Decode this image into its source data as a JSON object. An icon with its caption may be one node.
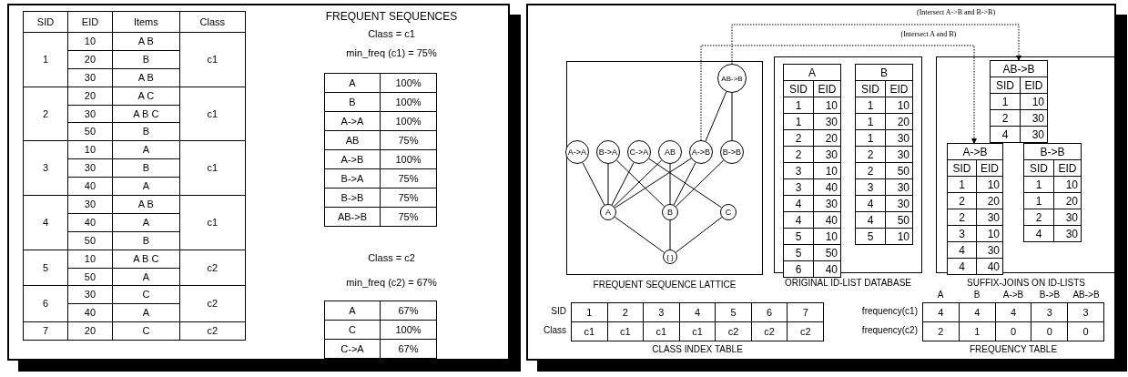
{
  "diagram": {
    "nodes": [
      {
        "text": [
          "FREQUENT SEQUENCE LATTICE"
        ]
      },
      {
        "text": [
          "AB->B"
        ],
        "in": 0
      },
      {
        "text": [
          "A->A"
        ],
        "in": 0
      },
      {
        "text": [
          "B->A"
        ],
        "in": 0
      },
      {
        "text": [
          "C->A"
        ],
        "in": 0
      },
      {
        "text": [
          "AB"
        ],
        "in": 0
      },
      {
        "text": [
          "A->B"
        ],
        "in": 0
      },
      {
        "text": [
          "B->B"
        ],
        "in": 0
      },
      {
        "text": [
          "A"
        ],
        "in": 0
      },
      {
        "text": [
          "B"
        ],
        "in": 0
      },
      {
        "text": [
          "C"
        ],
        "in": 0
      },
      {
        "text": [
          "{ }"
        ],
        "in": 0
      },
      {
        "text": [
          "ORIGINAL ID-LIST DATABASE"
        ]
      },
      {
        "text": [
          "A",
          "SID",
          "EID",
          "1",
          "10",
          "1",
          "30",
          "2",
          "20",
          "2",
          "30",
          "3",
          "10",
          "3",
          "40",
          "4",
          "30",
          "4",
          "40",
          "5",
          "10",
          "5",
          "50",
          "6",
          "40"
        ],
        "in": 12
      },
      {
        "text": [
          "B",
          "SID",
          "EID",
          "1",
          "10",
          "1",
          "20",
          "1",
          "30",
          "2",
          "30",
          "2",
          "50",
          "3",
          "30",
          "4",
          "30",
          "4",
          "50",
          "5",
          "10"
        ],
        "in": 12
      },
      {
        "text": [
          "SUFFIX-JOINS ON ID-LISTS"
        ]
      },
      {
        "text": [
          "AB->B",
          "SID",
          "EID",
          "1",
          "10",
          "2",
          "30",
          "4",
          "30"
        ],
        "in": 15
      },
      {
        "text": [
          "A->B",
          "SID",
          "EID",
          "1",
          "10",
          "2",
          "20",
          "2",
          "30",
          "3",
          "10",
          "4",
          "30",
          "4",
          "40"
        ],
        "in": 15
      },
      {
        "text": [
          "B->B",
          "SID",
          "EID",
          "1",
          "10",
          "1",
          "20",
          "2",
          "30",
          "4",
          "30"
        ],
        "in": 15
      }
    ],
    "edges": [
      {
        "from": 1,
        "to": 6,
        "arrow": "none"
      },
      {
        "from": 1,
        "to": 7,
        "arrow": "none"
      },
      {
        "from": 2,
        "to": 8,
        "arrow": "none"
      },
      {
        "from": 3,
        "to": 8,
        "arrow": "none"
      },
      {
        "from": 3,
        "to": 9,
        "arrow": "none"
      },
      {
        "from": 4,
        "to": 8,
        "arrow": "none"
      },
      {
        "from": 4,
        "to": 10,
        "arrow": "none"
      },
      {
        "from": 5,
        "to": 8,
        "arrow": "none"
      },
      {
        "from": 5,
        "to": 9,
        "arrow": "none"
      },
      {
        "from": 6,
        "to": 8,
        "arrow": "none"
      },
      {
        "from": 6,
        "to": 9,
        "arrow": "none"
      },
      {
        "from": 7,
        "to": 9,
        "arrow": "none"
      },
      {
        "from": 8,
        "to": 11,
        "arrow": "none"
      },
      {
        "from": 9,
        "to": 11,
        "arrow": "none"
      },
      {
        "from": 10,
        "to": 11,
        "arrow": "none"
      },
      {
        "from": 1,
        "to": 16,
        "arrow": "to",
        "style": "dashed",
        "label": "(Intersect A->B and B->B)"
      },
      {
        "from": 6,
        "to": 17,
        "arrow": "to",
        "style": "dashed",
        "label": "(Intersect A and B)"
      }
    ],
    "labels": [
      "SID",
      "EID",
      "Items",
      "Class",
      "10",
      "A B",
      "1",
      "20",
      "B",
      "c1",
      "30",
      "A B",
      "20",
      "A C",
      "2",
      "30",
      "A B C",
      "c1",
      "50",
      "B",
      "10",
      "A",
      "3",
      "30",
      "B",
      "c1",
      "40",
      "A",
      "30",
      "A B",
      "4",
      "40",
      "A",
      "c1",
      "50",
      "B",
      "5",
      "10",
      "A B C",
      "c2",
      "50",
      "A",
      "6",
      "30",
      "C",
      "c2",
      "40",
      "A",
      "7",
      "20",
      "C",
      "c2",
      "FREQUENT SEQUENCES",
      "Class = c1",
      "min_freq (c1) = 75%",
      "A",
      "100%",
      "B",
      "100%",
      "A->A",
      "100%",
      "AB",
      "75%",
      "A->B",
      "100%",
      "B->A",
      "75%",
      "B->B",
      "75%",
      "AB->B",
      "75%",
      "Class = c2",
      "min_freq (c2) = 67%",
      "A",
      "67%",
      "C",
      "100%",
      "C->A",
      "67%",
      "SID",
      "1",
      "2",
      "3",
      "4",
      "5",
      "6",
      "7",
      "Class",
      "c1",
      "c1",
      "c1",
      "c1",
      "c2",
      "c2",
      "c2",
      "CLASS INDEX TABLE",
      "A",
      "B",
      "A->B",
      "B->B",
      "AB->B",
      "frequency(c1)",
      "4",
      "4",
      "4",
      "3",
      "3",
      "frequency(c2)",
      "2",
      "1",
      "0",
      "0",
      "0",
      "FREQUENCY TABLE"
    ]
  }
}
